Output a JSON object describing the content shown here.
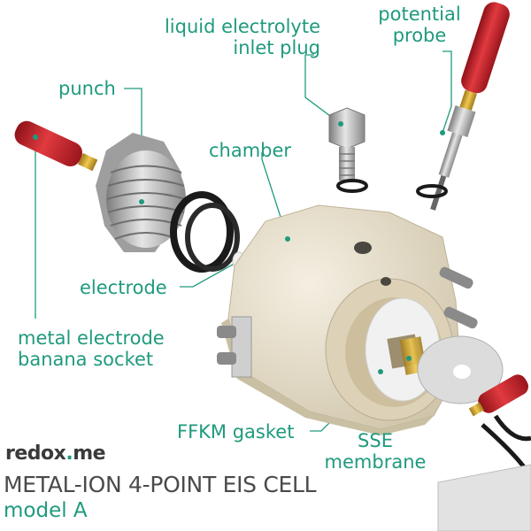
{
  "brand": {
    "name_part1": "redox",
    "name_dot": ".",
    "name_part2": "me"
  },
  "title": "METAL-ION 4-POINT EIS CELL",
  "subtitle": "model A",
  "labels": {
    "liquid_inlet_line1": "liquid electrolyte",
    "liquid_inlet_line2": "inlet plug",
    "potential_probe_line1": "potential",
    "potential_probe_line2": "probe",
    "punch": "punch",
    "chamber": "chamber",
    "electrode": "electrode",
    "banana_line1": "metal electrode",
    "banana_line2": "banana socket",
    "gasket": "FFKM gasket",
    "sse_line1": "SSE",
    "sse_line2": "membrane"
  },
  "colors": {
    "label_teal": "#1f9a7e",
    "plug_red": "#c8202a",
    "chamber_beige": "#e9e1cf",
    "metal_grey": "#b5b5b5",
    "sse_yellow": "#eef03a"
  }
}
